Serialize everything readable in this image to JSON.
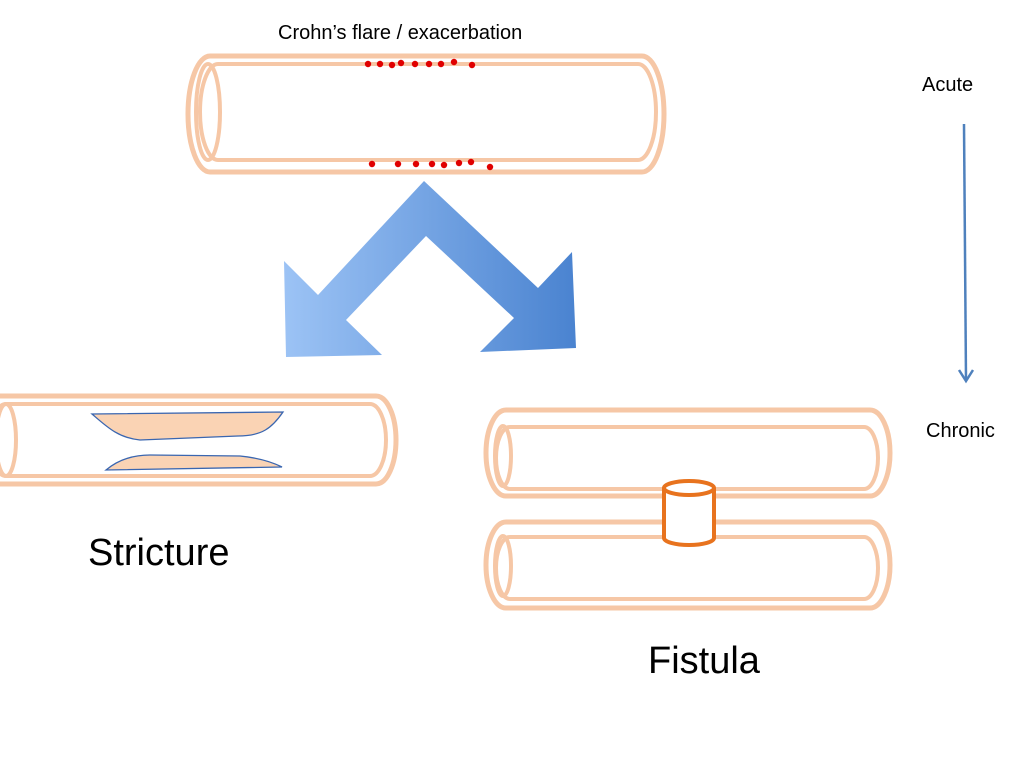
{
  "labels": {
    "flare": "Crohn’s flare / exacerbation",
    "acute": "Acute",
    "chronic": "Chronic",
    "stricture": "Stricture",
    "fistula": "Fistula"
  },
  "colors": {
    "tube_outline": "#f6c7a6",
    "tube_fill": "#ffffff",
    "inflammation_dot": "#e00000",
    "split_arrow_light": "#9cc3f5",
    "split_arrow_dark": "#4a83d0",
    "timeline_arrow": "#4f81bd",
    "stricture_fill": "#fad3b4",
    "stricture_edge": "#3a66b0",
    "fistula_tract": "#e8731e"
  },
  "icons": {
    "split": "split-arrow-icon",
    "timeline": "down-arrow-icon"
  }
}
